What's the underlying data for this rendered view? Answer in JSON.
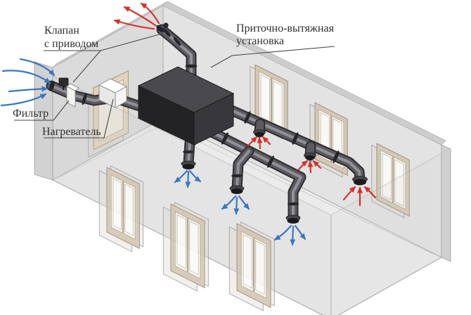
{
  "labels": {
    "damper": {
      "line1": "Клапан",
      "line2": "с приводом"
    },
    "ahu": {
      "line1": "Приточно-вытяжная",
      "line2": "установка"
    },
    "filter": "Фильтр",
    "heater": "Нагреватель"
  },
  "colors": {
    "supply_air": "#3b76c1",
    "exhaust_air": "#d2322b",
    "duct_dark": "#2e2e31",
    "duct_mid": "#5a5a5f",
    "duct_highlight": "#909096",
    "ahu_top": "#4a4a4e",
    "ahu_left": "#232326",
    "ahu_right": "#38383c",
    "wall": "#e3e3e3",
    "wall_left": "#dbdbdb",
    "floor": "#ebebeb",
    "window_frame": "#d2c6b2",
    "label_text": "#2f2f2f"
  }
}
